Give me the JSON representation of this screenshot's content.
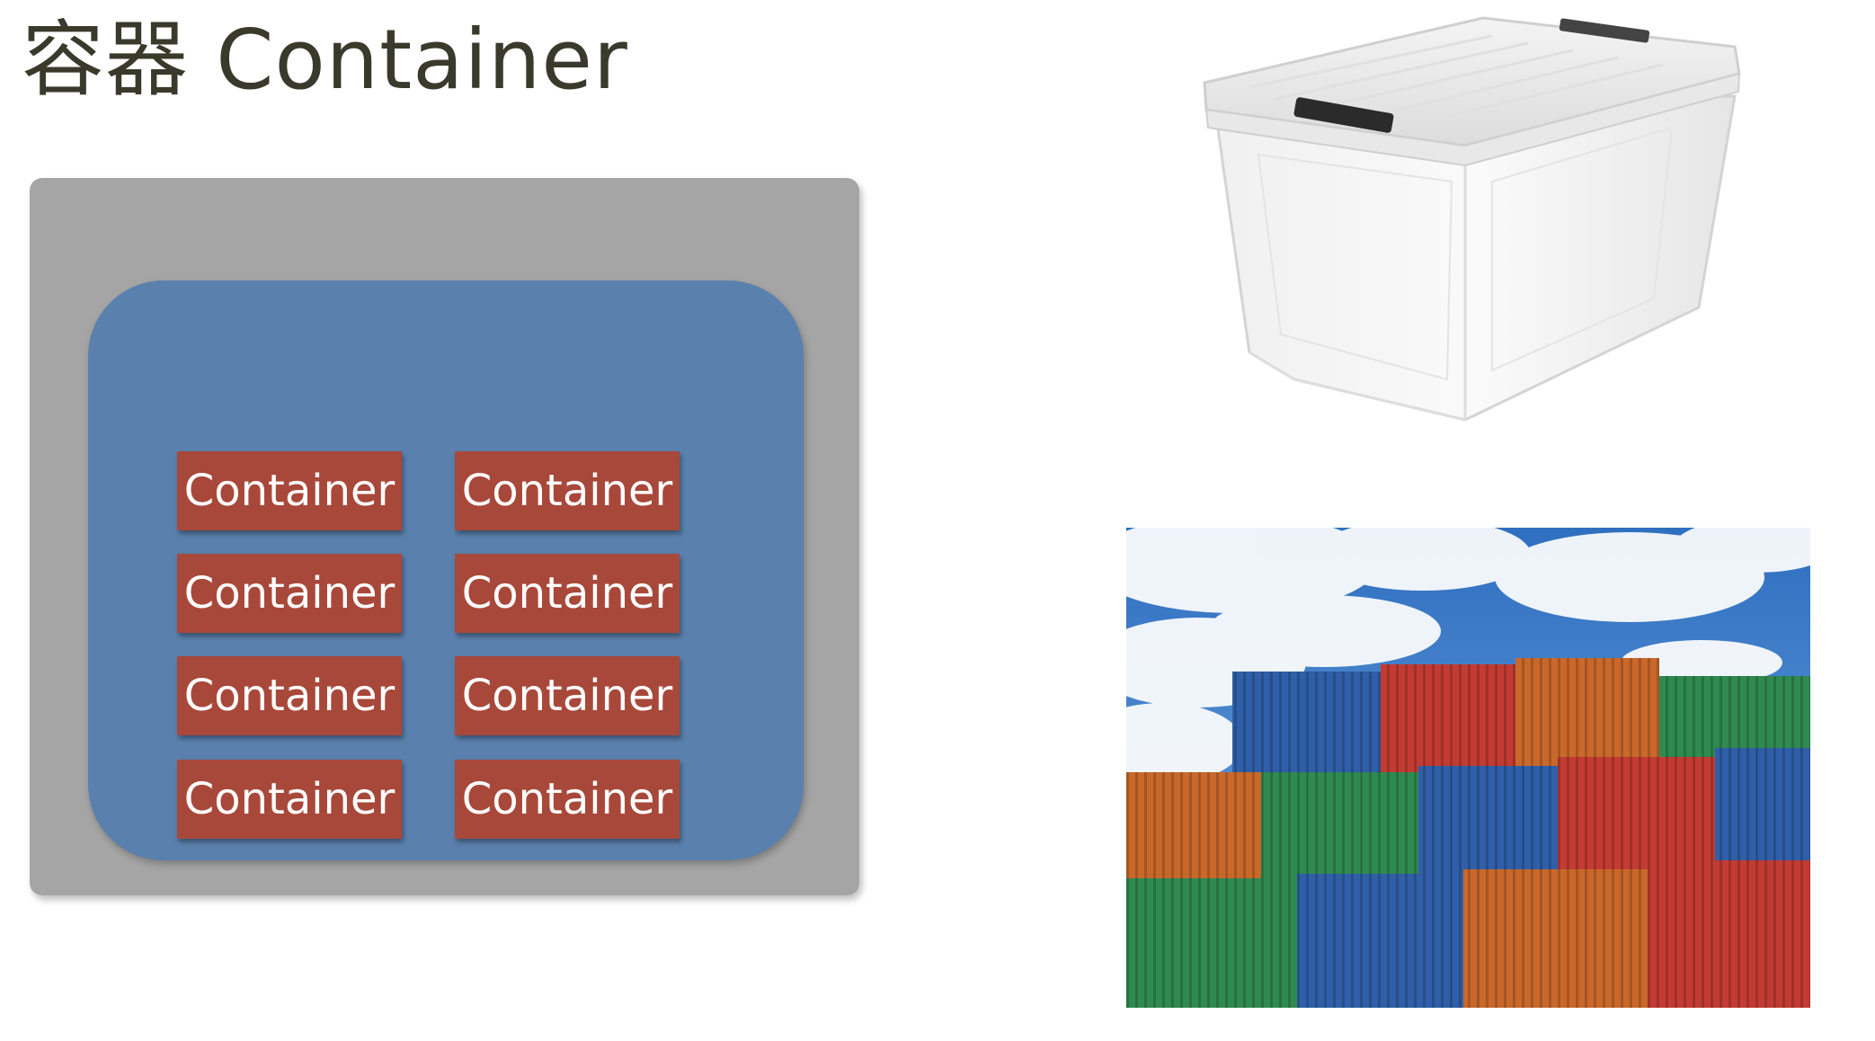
{
  "title": "容器 Container",
  "container_label": "Container",
  "grid": {
    "left_column": [
      "Container",
      "Container",
      "Container",
      "Container"
    ],
    "right_column": [
      "Container",
      "Container",
      "Container",
      "Container"
    ]
  },
  "colors": {
    "title_text": "#3a3a2c",
    "outer_box": "#a5a5a5",
    "inner_box": "#5a80ad",
    "container_box": "#a8483a",
    "container_text": "#ffffff"
  },
  "images": {
    "storage_bin": "plastic-storage-bin-image",
    "shipping_containers": "shipping-containers-photo"
  }
}
